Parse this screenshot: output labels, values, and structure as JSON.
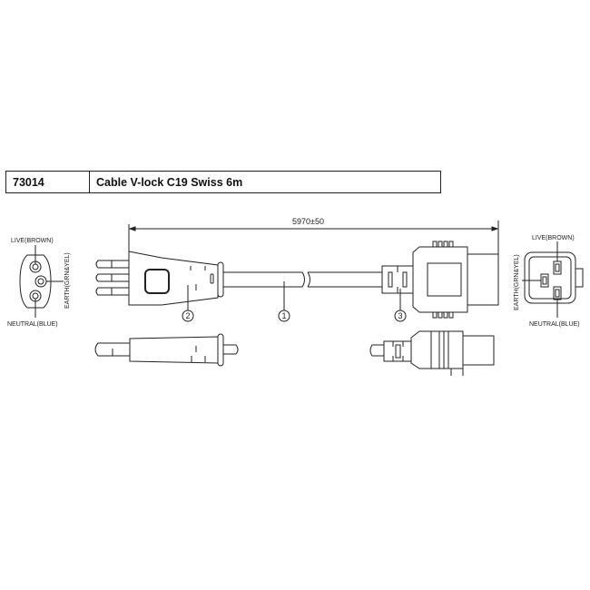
{
  "header": {
    "part_number": "73014",
    "description": "Cable V-lock C19 Swiss 6m"
  },
  "drawing": {
    "dimension": "5970±50",
    "callouts": [
      "1",
      "2",
      "3"
    ],
    "swiss_plug_face": {
      "live": "LIVE(BROWN)",
      "earth": "EARTH(GRN&YEL)",
      "neutral": "NEUTRAL(BLUE)"
    },
    "c19_connector_face": {
      "live": "LIVE(BROWN)",
      "earth": "EARTH(GRN&YEL)",
      "neutral": "NEUTRAL(BLUE)"
    }
  }
}
